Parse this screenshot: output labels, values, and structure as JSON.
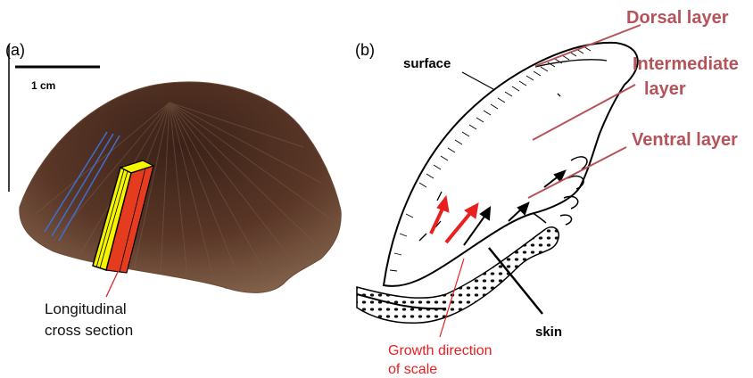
{
  "panel_a": {
    "label": "(a)",
    "scale_bar_label": "1 cm",
    "section_label_line1": "Longitudinal",
    "section_label_line2": "cross section"
  },
  "panel_b": {
    "label": "(b)",
    "surface_label": "surface",
    "skin_label": "skin",
    "dorsal_label": "Dorsal layer",
    "intermediate_label_line1": "Intermediate",
    "intermediate_label_line2": "layer",
    "ventral_label": "Ventral layer",
    "growth_label_line1": "Growth direction",
    "growth_label_line2": "of scale"
  },
  "colors": {
    "layer_label": "#b5535a",
    "growth_arrow": "#e8201f",
    "scale_body": "#4a2e22",
    "section_face": "#f5f500",
    "section_edge": "#e53b1f",
    "ridge_lines": "#3f6fd0"
  }
}
